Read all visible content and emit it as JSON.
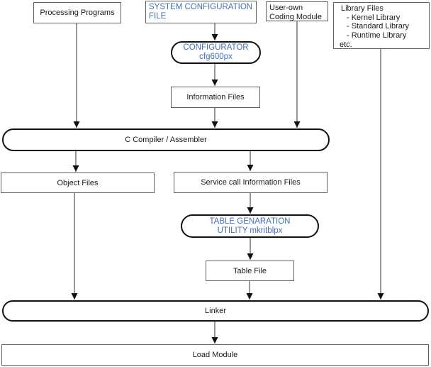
{
  "palette": {
    "accent_blue": "#4170b4",
    "connector_line": "#333333",
    "box_border_gray": "#5f5f5f",
    "stadium_border": "#111111",
    "background": "#ffffff"
  },
  "diagram": {
    "nodes": {
      "processing_programs": {
        "label": "Processing Programs"
      },
      "system_config": {
        "line1": "SYSTEM CONFIGURATION",
        "line2": "FILE"
      },
      "user_own": {
        "line1": "User-own",
        "line2": "Coding Module"
      },
      "library_files": {
        "title": "Library Files",
        "items": [
          "- Kernel Library",
          "- Standard Library",
          "- Runtime Library"
        ],
        "footer": "etc."
      },
      "configurator": {
        "line1": "CONFIGURATOR",
        "line2": "cfg600px"
      },
      "information_files": {
        "label": "Information Files"
      },
      "compiler": {
        "label": "C Compiler / Assembler"
      },
      "object_files": {
        "label": "Object Files"
      },
      "service_call_info_files": {
        "label": "Service call Information Files"
      },
      "table_generation_utility": {
        "line1": "TABLE GENARATION",
        "line2": "UTILITY mkritblpx"
      },
      "table_file": {
        "label": "Table File"
      },
      "linker": {
        "label": "Linker"
      },
      "load_module": {
        "label": "Load Module"
      }
    }
  }
}
